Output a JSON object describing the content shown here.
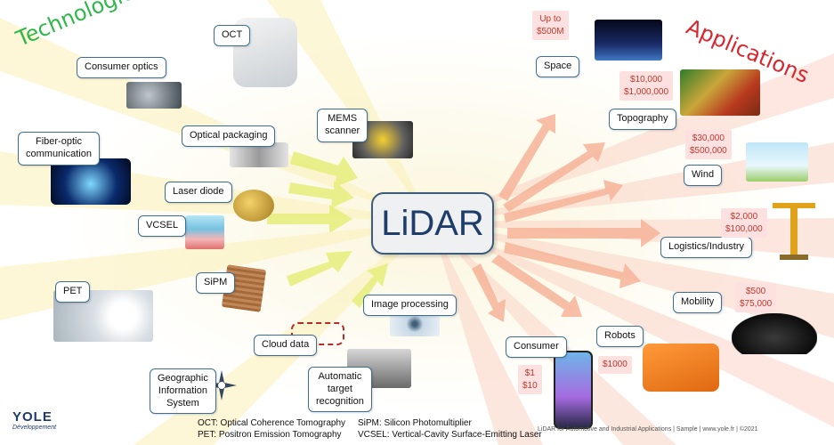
{
  "headers": {
    "left": "Technologies",
    "right": "Applications"
  },
  "center": "LiDAR",
  "technologies": {
    "oct": "OCT",
    "consumer_optics": "Consumer optics",
    "fiber_optic": [
      "Fiber-optic",
      "communication"
    ],
    "optical_packaging": "Optical packaging",
    "mems": [
      "MEMS",
      "scanner"
    ],
    "laser_diode": "Laser diode",
    "vcsel": "VCSEL",
    "sipm": "SiPM",
    "pet": "PET",
    "image_processing": "Image processing",
    "cloud_data": "Cloud data",
    "gis": [
      "Geographic",
      "Information",
      "System"
    ],
    "atr": [
      "Automatic",
      "target",
      "recognition"
    ]
  },
  "applications": {
    "space": "Space",
    "topography": "Topography",
    "wind": "Wind",
    "logistics": "Logistics/Industry",
    "mobility": "Mobility",
    "robots": "Robots",
    "consumer": "Consumer"
  },
  "prices": {
    "space": [
      "Up to",
      "$500M"
    ],
    "topography": [
      "$10,000",
      "$1,000,000"
    ],
    "wind": [
      "$30,000",
      "$500,000"
    ],
    "logistics": [
      "$2,000",
      "$100,000"
    ],
    "mobility": [
      "$500",
      "$75,000"
    ],
    "robots": [
      "$1000"
    ],
    "consumer": [
      "$1",
      "$10"
    ]
  },
  "footnotes": {
    "oct": "OCT: Optical Coherence Tomography",
    "pet": "PET: Positron Emission Tomography",
    "sipm": "SiPM: Silicon Photomultiplier",
    "vcsel": "VCSEL: Vertical-Cavity Surface-Emitting Laser"
  },
  "source": "LiDAR for Automotive and Industrial Applications | Sample | www.yole.fr | ©2021",
  "logo": {
    "name": "YOLE",
    "sub": "Développement"
  },
  "colors": {
    "header_green": "#2eb84a",
    "header_red": "#d9262c",
    "box_border": "#3d6f96",
    "price_text": "#c0392b",
    "arrow_left": "#e6ee7a",
    "arrow_right": "#f7b49a"
  }
}
